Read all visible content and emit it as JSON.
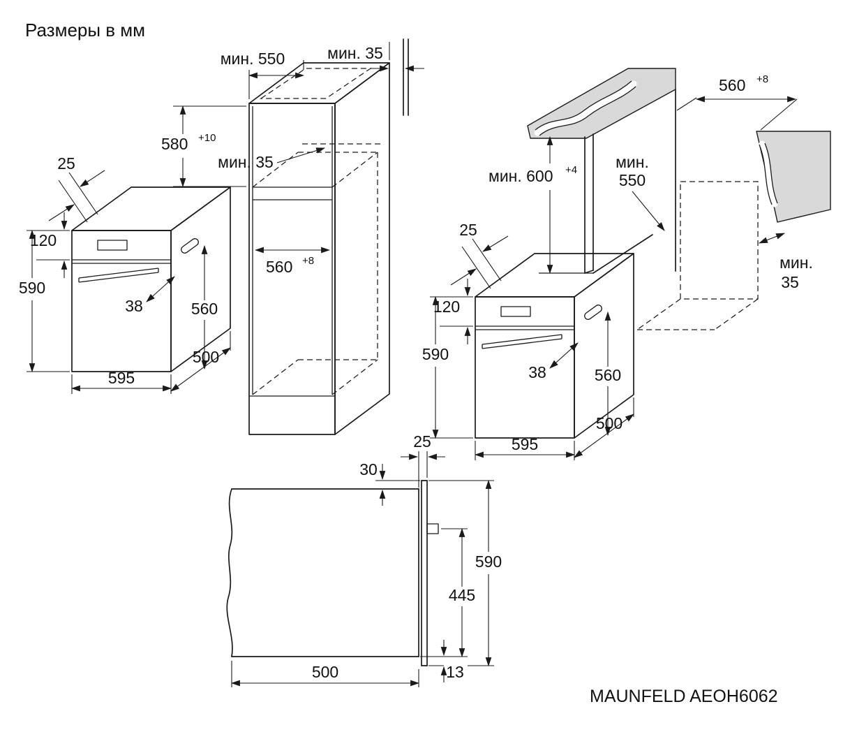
{
  "title": "Размеры в мм",
  "model": "MAUNFELD AEOH6062",
  "colors": {
    "line": "#1a1a1a",
    "shade": "#d9d9d9",
    "background": "#ffffff"
  },
  "oven_left": {
    "top_gap": "25",
    "panel_height": "120",
    "height": "590",
    "handle_depth": "38",
    "depth": "560",
    "width": "595",
    "body_depth": "500"
  },
  "column_cabinet": {
    "min_depth": "мин. 550",
    "min_top_gap": "мин. 35",
    "niche_height": "580",
    "niche_height_tol": "+10",
    "min_back_gap": "мин. 35",
    "niche_width": "560",
    "niche_width_tol": "+8"
  },
  "base_cabinet": {
    "niche_width": "560",
    "niche_width_tol": "+8",
    "min_height": "мин. 600",
    "min_height_tol": "+4",
    "min_depth_line1": "мин.",
    "min_depth_line2": "550",
    "min_back_gap_line1": "мин.",
    "min_back_gap_line2": "35"
  },
  "oven_right": {
    "top_gap": "25",
    "panel_height": "120",
    "height": "590",
    "handle_depth": "38",
    "depth": "560",
    "width": "595",
    "body_depth": "500"
  },
  "side_view": {
    "door_thickness": "25",
    "top_offset": "30",
    "height": "590",
    "door_height": "445",
    "bottom_offset": "13",
    "body_depth": "500"
  }
}
